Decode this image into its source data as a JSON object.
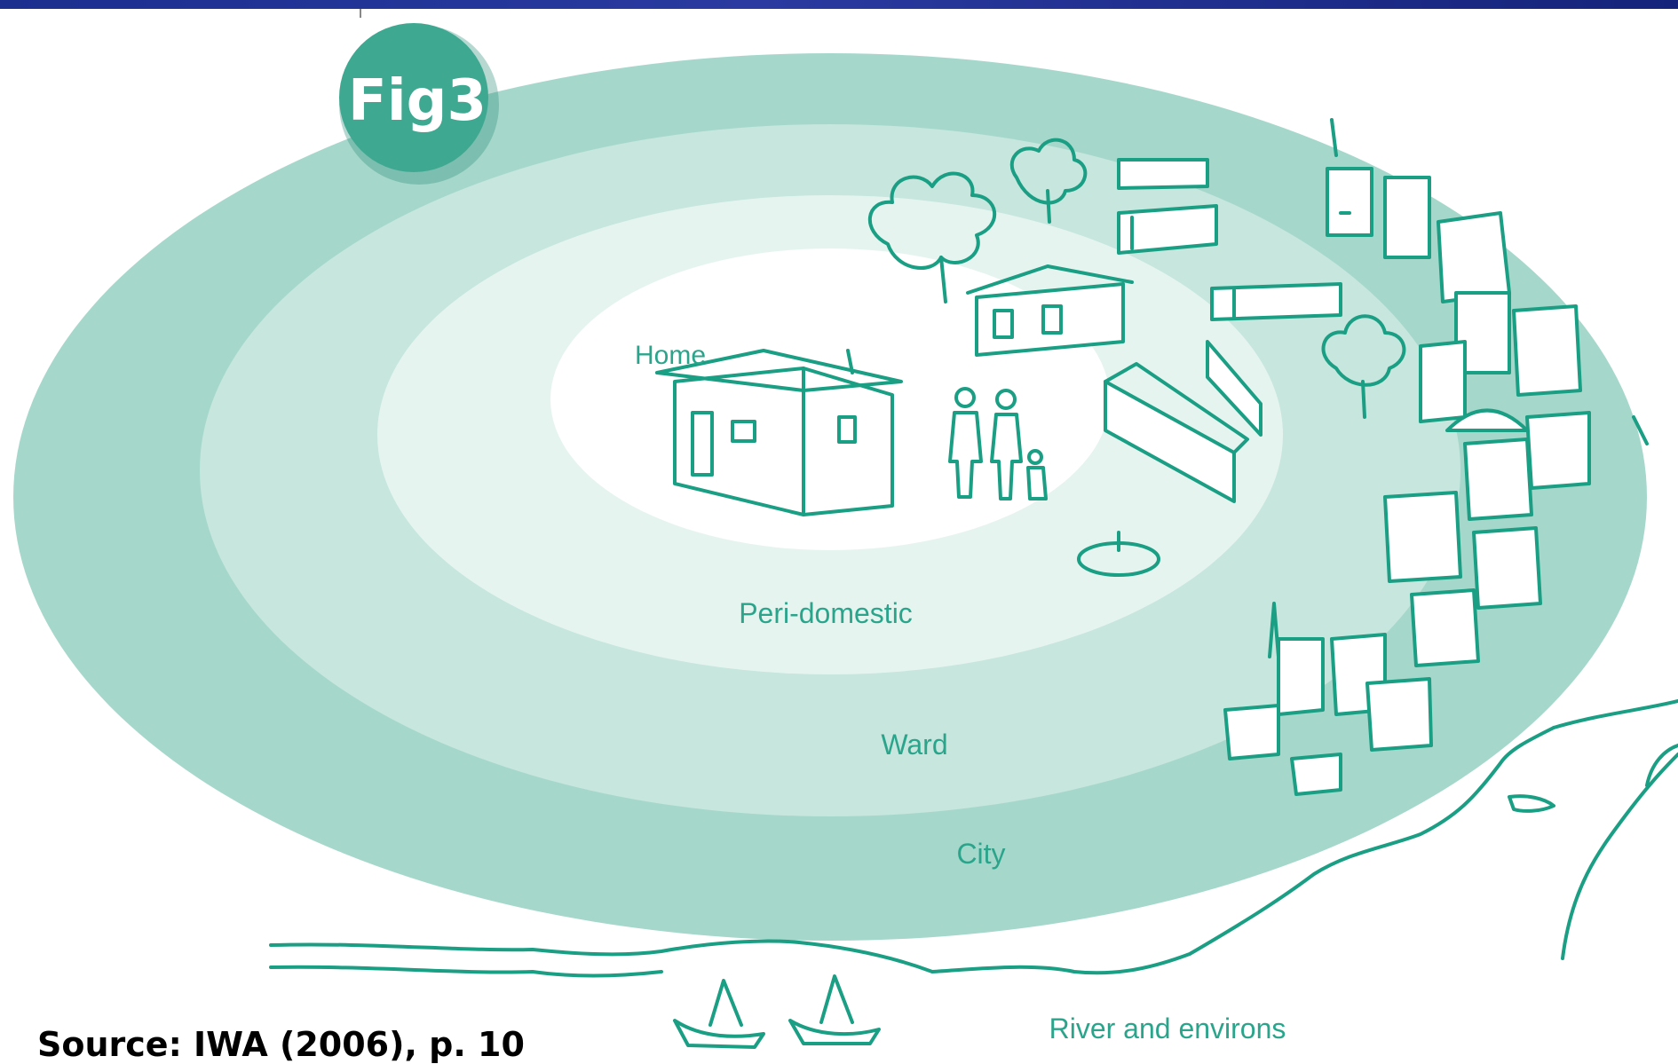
{
  "badge": {
    "text": "Fig3"
  },
  "zones": [
    {
      "label": "Home",
      "color": "#ffffff"
    },
    {
      "label": "Peri-domestic",
      "color": "#e6f4f0"
    },
    {
      "label": "Ward",
      "color": "#c6e6de"
    },
    {
      "label": "City",
      "color": "#a6d7cb"
    }
  ],
  "river_label": "River and environs",
  "source": "Source: IWA (2006), p. 10",
  "colors": {
    "accent": "#1a9e84",
    "badge": "#3ea891",
    "topbar": "#1c2f8f"
  }
}
